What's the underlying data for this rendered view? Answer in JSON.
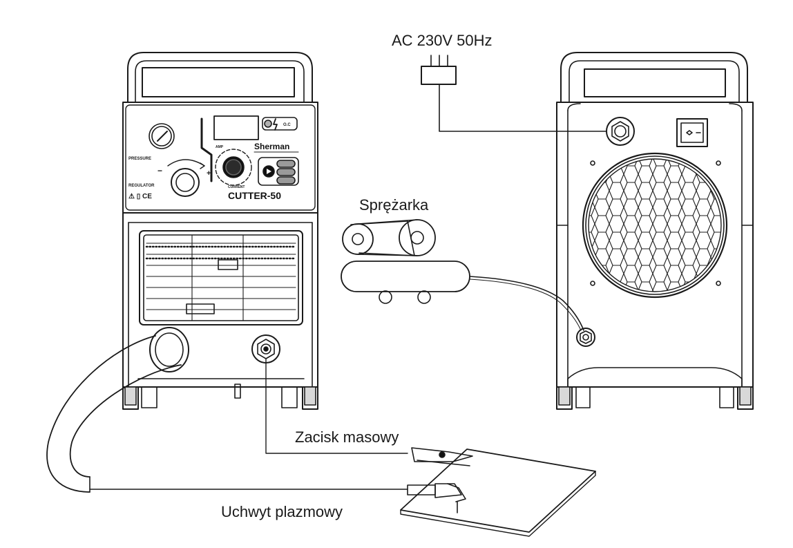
{
  "labels": {
    "power": "AC 230V 50Hz",
    "compressor": "Sprężarka",
    "ground_clamp": "Zacisk masowy",
    "plasma_torch": "Uchwyt plazmowy"
  },
  "front_panel": {
    "brand": "Sherman",
    "model": "CUTTER-50",
    "pressure": "PRESSURE",
    "regulator": "REGULATOR",
    "amp": "AMP",
    "current": "CURRENT",
    "oc": "O.C",
    "minus": "−",
    "plus": "+",
    "marks": "⚠ ▯ CE"
  }
}
